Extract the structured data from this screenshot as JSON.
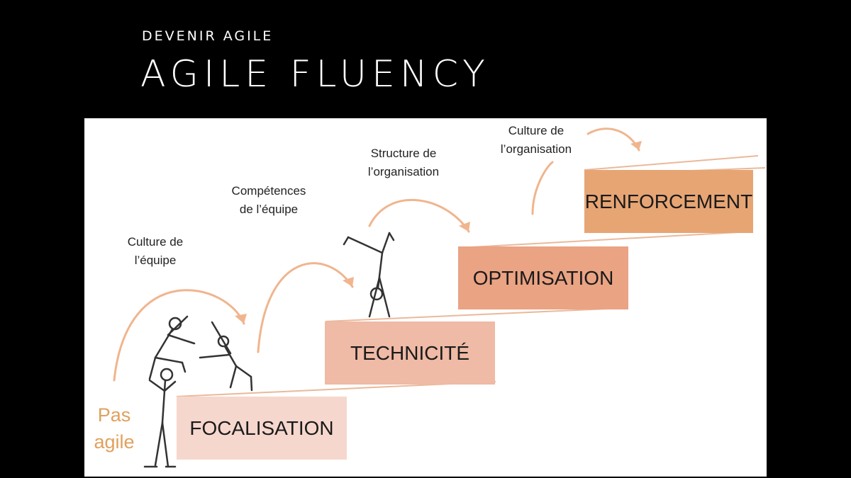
{
  "header": {
    "subtitle": "DEVENIR AGILE",
    "title": "AGILE FLUENCY"
  },
  "diagram": {
    "start_label": "Pas agile",
    "steps": [
      {
        "label": "FOCALISATION",
        "color": "#f6d7cd"
      },
      {
        "label": "TECHNICITÉ",
        "color": "#efbaa6"
      },
      {
        "label": "OPTIMISATION",
        "color": "#eaa383"
      },
      {
        "label": "RENFORCEMENT",
        "color": "#e7a574"
      }
    ],
    "transitions": [
      {
        "line1": "Culture de",
        "line2": "l’équipe"
      },
      {
        "line1": "Compétences",
        "line2": "de l’équipe"
      },
      {
        "line1": "Structure de",
        "line2": "l’organisation"
      },
      {
        "line1": "Culture de",
        "line2": "l’organisation"
      }
    ],
    "arrow_color": "#f0b58e",
    "start_color": "#e0a15e"
  }
}
